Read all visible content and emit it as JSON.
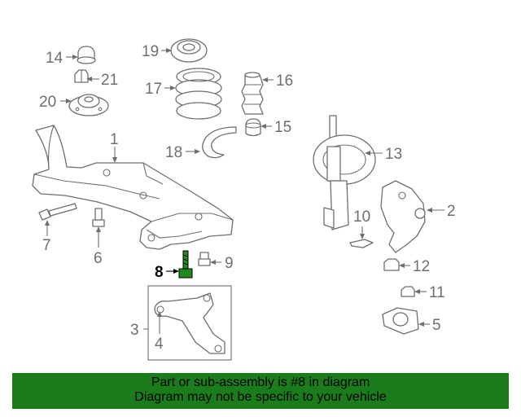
{
  "callouts": {
    "c1": "1",
    "c2": "2",
    "c3": "3",
    "c4": "4",
    "c5": "5",
    "c6": "6",
    "c7": "7",
    "c8": "8",
    "c9": "9",
    "c10": "10",
    "c11": "11",
    "c12": "12",
    "c13": "13",
    "c14": "14",
    "c15": "15",
    "c16": "16",
    "c17": "17",
    "c18": "18",
    "c19": "19",
    "c20": "20",
    "c21": "21"
  },
  "highlighted_part": "8",
  "colors": {
    "banner": "#1a7c1a",
    "highlighted_part": "#1f8a1f",
    "line": "#6e6e6e"
  },
  "banner": {
    "line1": "Part or sub-assembly is #8 in diagram",
    "line2": "Diagram may not be specific to your vehicle"
  }
}
